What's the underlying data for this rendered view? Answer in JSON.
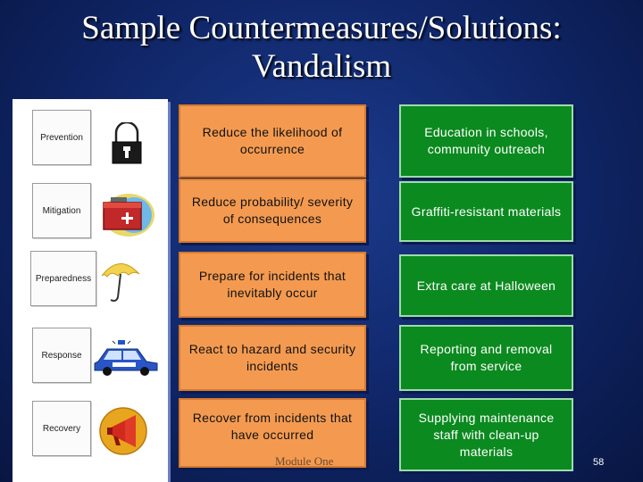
{
  "slide": {
    "title_line1": "Sample Countermeasures/Solutions:",
    "title_line2": "Vandalism",
    "footer": "Module One",
    "page_number": "58"
  },
  "phases": [
    {
      "label": "Prevention",
      "icon": "padlock-icon"
    },
    {
      "label": "Mitigation",
      "icon": "first-aid-kit-icon"
    },
    {
      "label": "Preparedness",
      "icon": "umbrella-icon"
    },
    {
      "label": "Response",
      "icon": "police-car-icon"
    },
    {
      "label": "Recovery",
      "icon": "megaphone-icon"
    }
  ],
  "rows": [
    {
      "definition": "Reduce the likelihood of occurrence",
      "example": "Education in schools, community outreach"
    },
    {
      "definition": "Reduce probability/ severity of consequences",
      "example": "Graffiti-resistant materials"
    },
    {
      "definition": "Prepare for incidents that inevitably occur",
      "example": "Extra care at Halloween"
    },
    {
      "definition": "React to hazard and security incidents",
      "example": "Reporting and removal from service"
    },
    {
      "definition": "Recover from incidents that have occurred",
      "example": "Supplying maintenance staff with clean-up materials"
    }
  ],
  "colors": {
    "background": "#0f2566",
    "definition_fill": "#f49a50",
    "example_fill": "#0b8a1f"
  }
}
